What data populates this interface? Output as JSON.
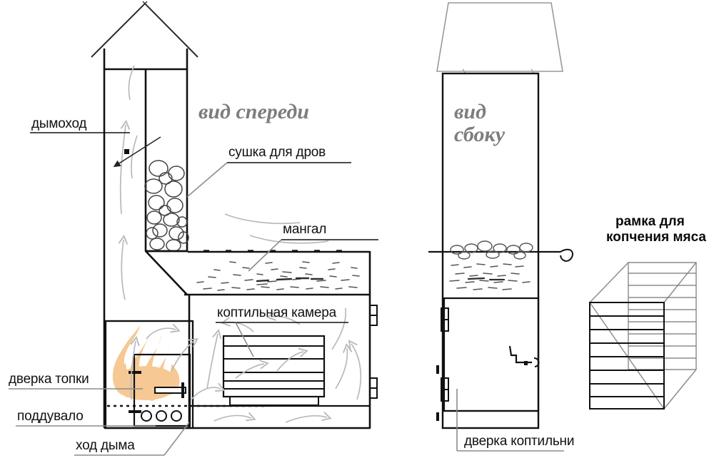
{
  "diagram": {
    "title_front_view": "вид спереди",
    "title_side_view": "вид сбоку",
    "frame_label_line1": "рамка для",
    "frame_label_line2": "копчения мяса"
  },
  "labels": {
    "chimney": "дымоход",
    "wood_dryer": "сушка для дров",
    "grill": "мангал",
    "smoking_chamber": "коптильная камера",
    "firebox_door": "дверка топки",
    "ash_pan": "поддувало",
    "smoke_path": "ход дыма",
    "smokehouse_door": "дверка коптильни"
  },
  "colors": {
    "outline": "#111111",
    "smoke_arrow": "#b9b9b9",
    "leader": "#8c8c8c",
    "view_title": "#7d7d7d",
    "flame": "#f6c893",
    "stone": "#4a4a4a",
    "label_text": "#111111"
  }
}
